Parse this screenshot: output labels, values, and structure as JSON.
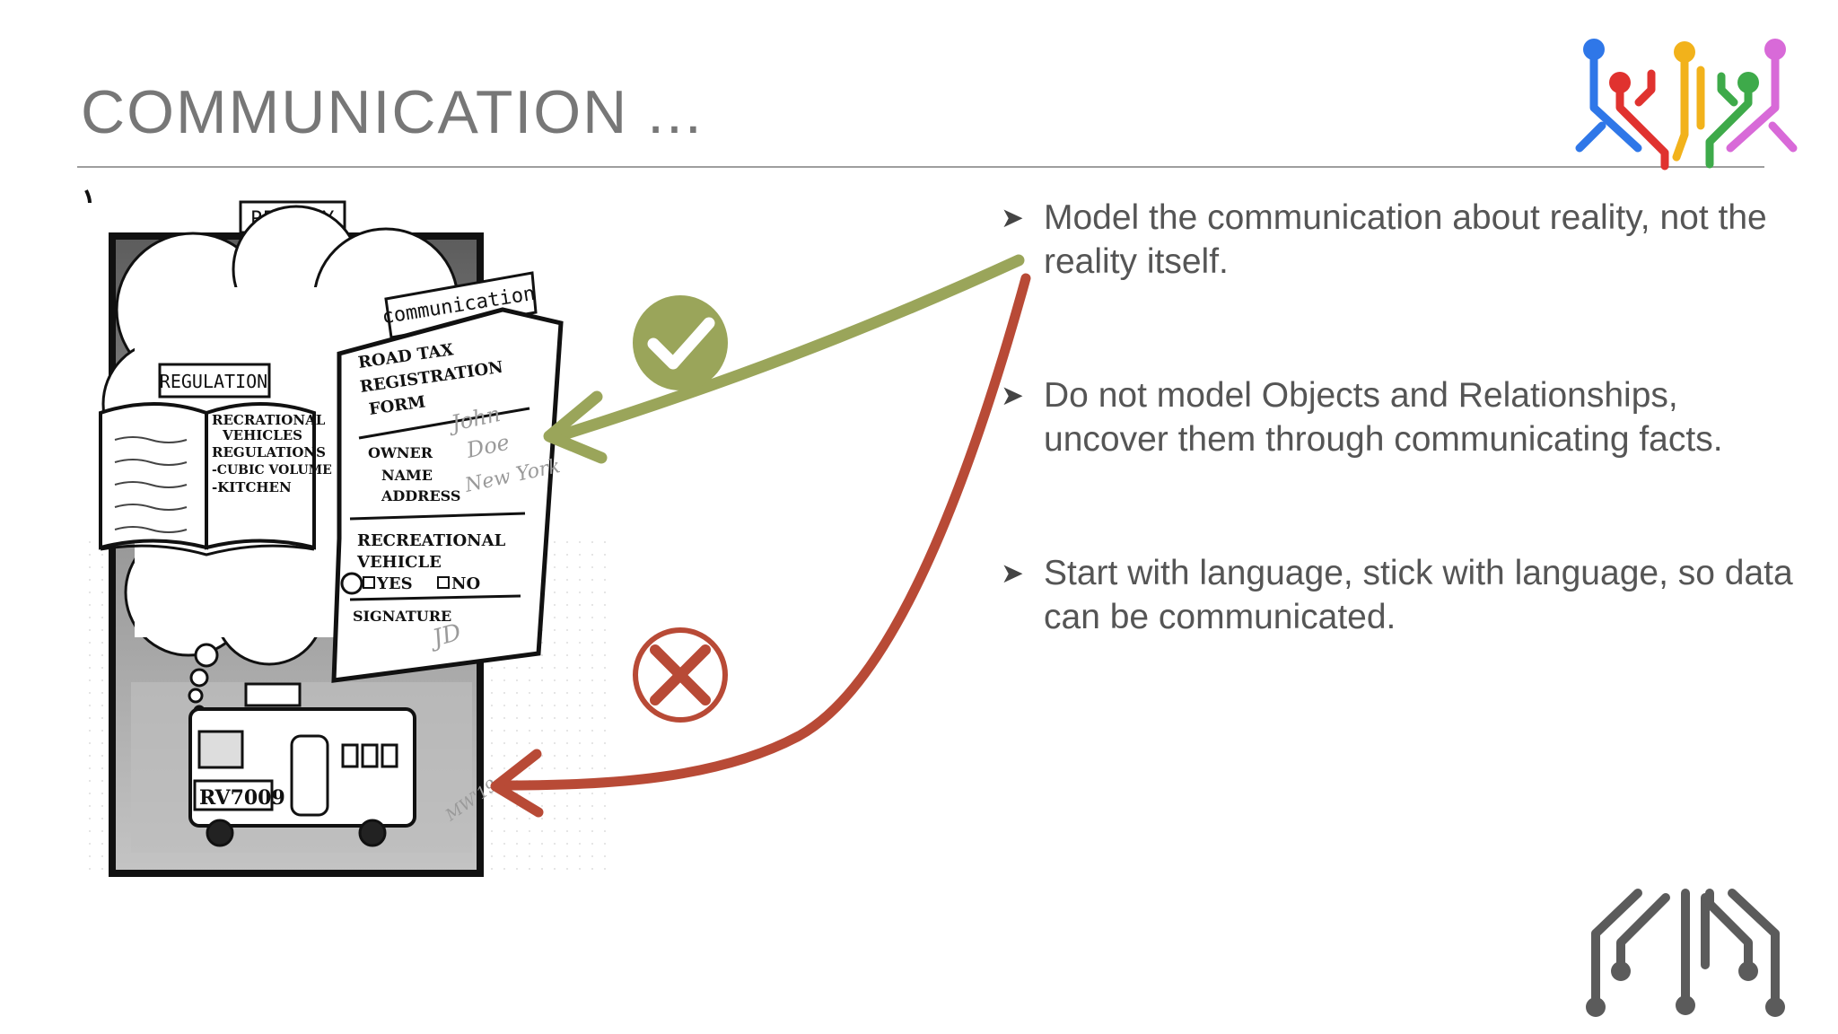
{
  "slide": {
    "title": "COMMUNICATION ..."
  },
  "bullets": [
    {
      "marker": "➤",
      "text": "Model the communication about reality, not the reality itself."
    },
    {
      "marker": "➤",
      "text": "Do not model Objects and Relationships, uncover them through communicating facts."
    },
    {
      "marker": "➤",
      "text": "Start with language, stick with language, so data can be communicated."
    }
  ],
  "sketch": {
    "reality_label": "REALITY",
    "communication_label": "communication",
    "regulation_label": "REGULATION",
    "book_lines": [
      "RECRATIONAL",
      "VEHICLES",
      "REGULATIONS",
      "-CUBIC VOLUME",
      "-KITCHEN"
    ],
    "form": {
      "heading": [
        "ROAD TAX",
        "REGISTRATION",
        "FORM"
      ],
      "owner_label": "OWNER",
      "name_label": "NAME",
      "address_label": "ADDRESS",
      "owner_value": "John",
      "name_value": "Doe",
      "address_value": "New York",
      "rv_question": [
        "RECREATIONAL",
        "VEHICLE"
      ],
      "yes_label": "YES",
      "no_label": "NO",
      "signature_label": "SIGNATURE",
      "signature_value": "JD"
    },
    "plate": "RV7009",
    "artist_signature": "MW'19"
  },
  "colors": {
    "approve_green": "#9aa55a",
    "reject_red": "#b84a36",
    "title_gray": "#777777",
    "body_gray": "#555555",
    "logo_blue": "#2f77e8",
    "logo_red": "#e0322f",
    "logo_yellow": "#f2b21b",
    "logo_green": "#3eaa4a",
    "logo_pink": "#d86ad8",
    "logo_gray": "#5b5b5b"
  },
  "icons": {
    "approve": "check-circle-icon",
    "reject": "x-circle-icon",
    "logo_top": "colorful-circuit-logo",
    "logo_bottom": "gray-circuit-logo"
  }
}
